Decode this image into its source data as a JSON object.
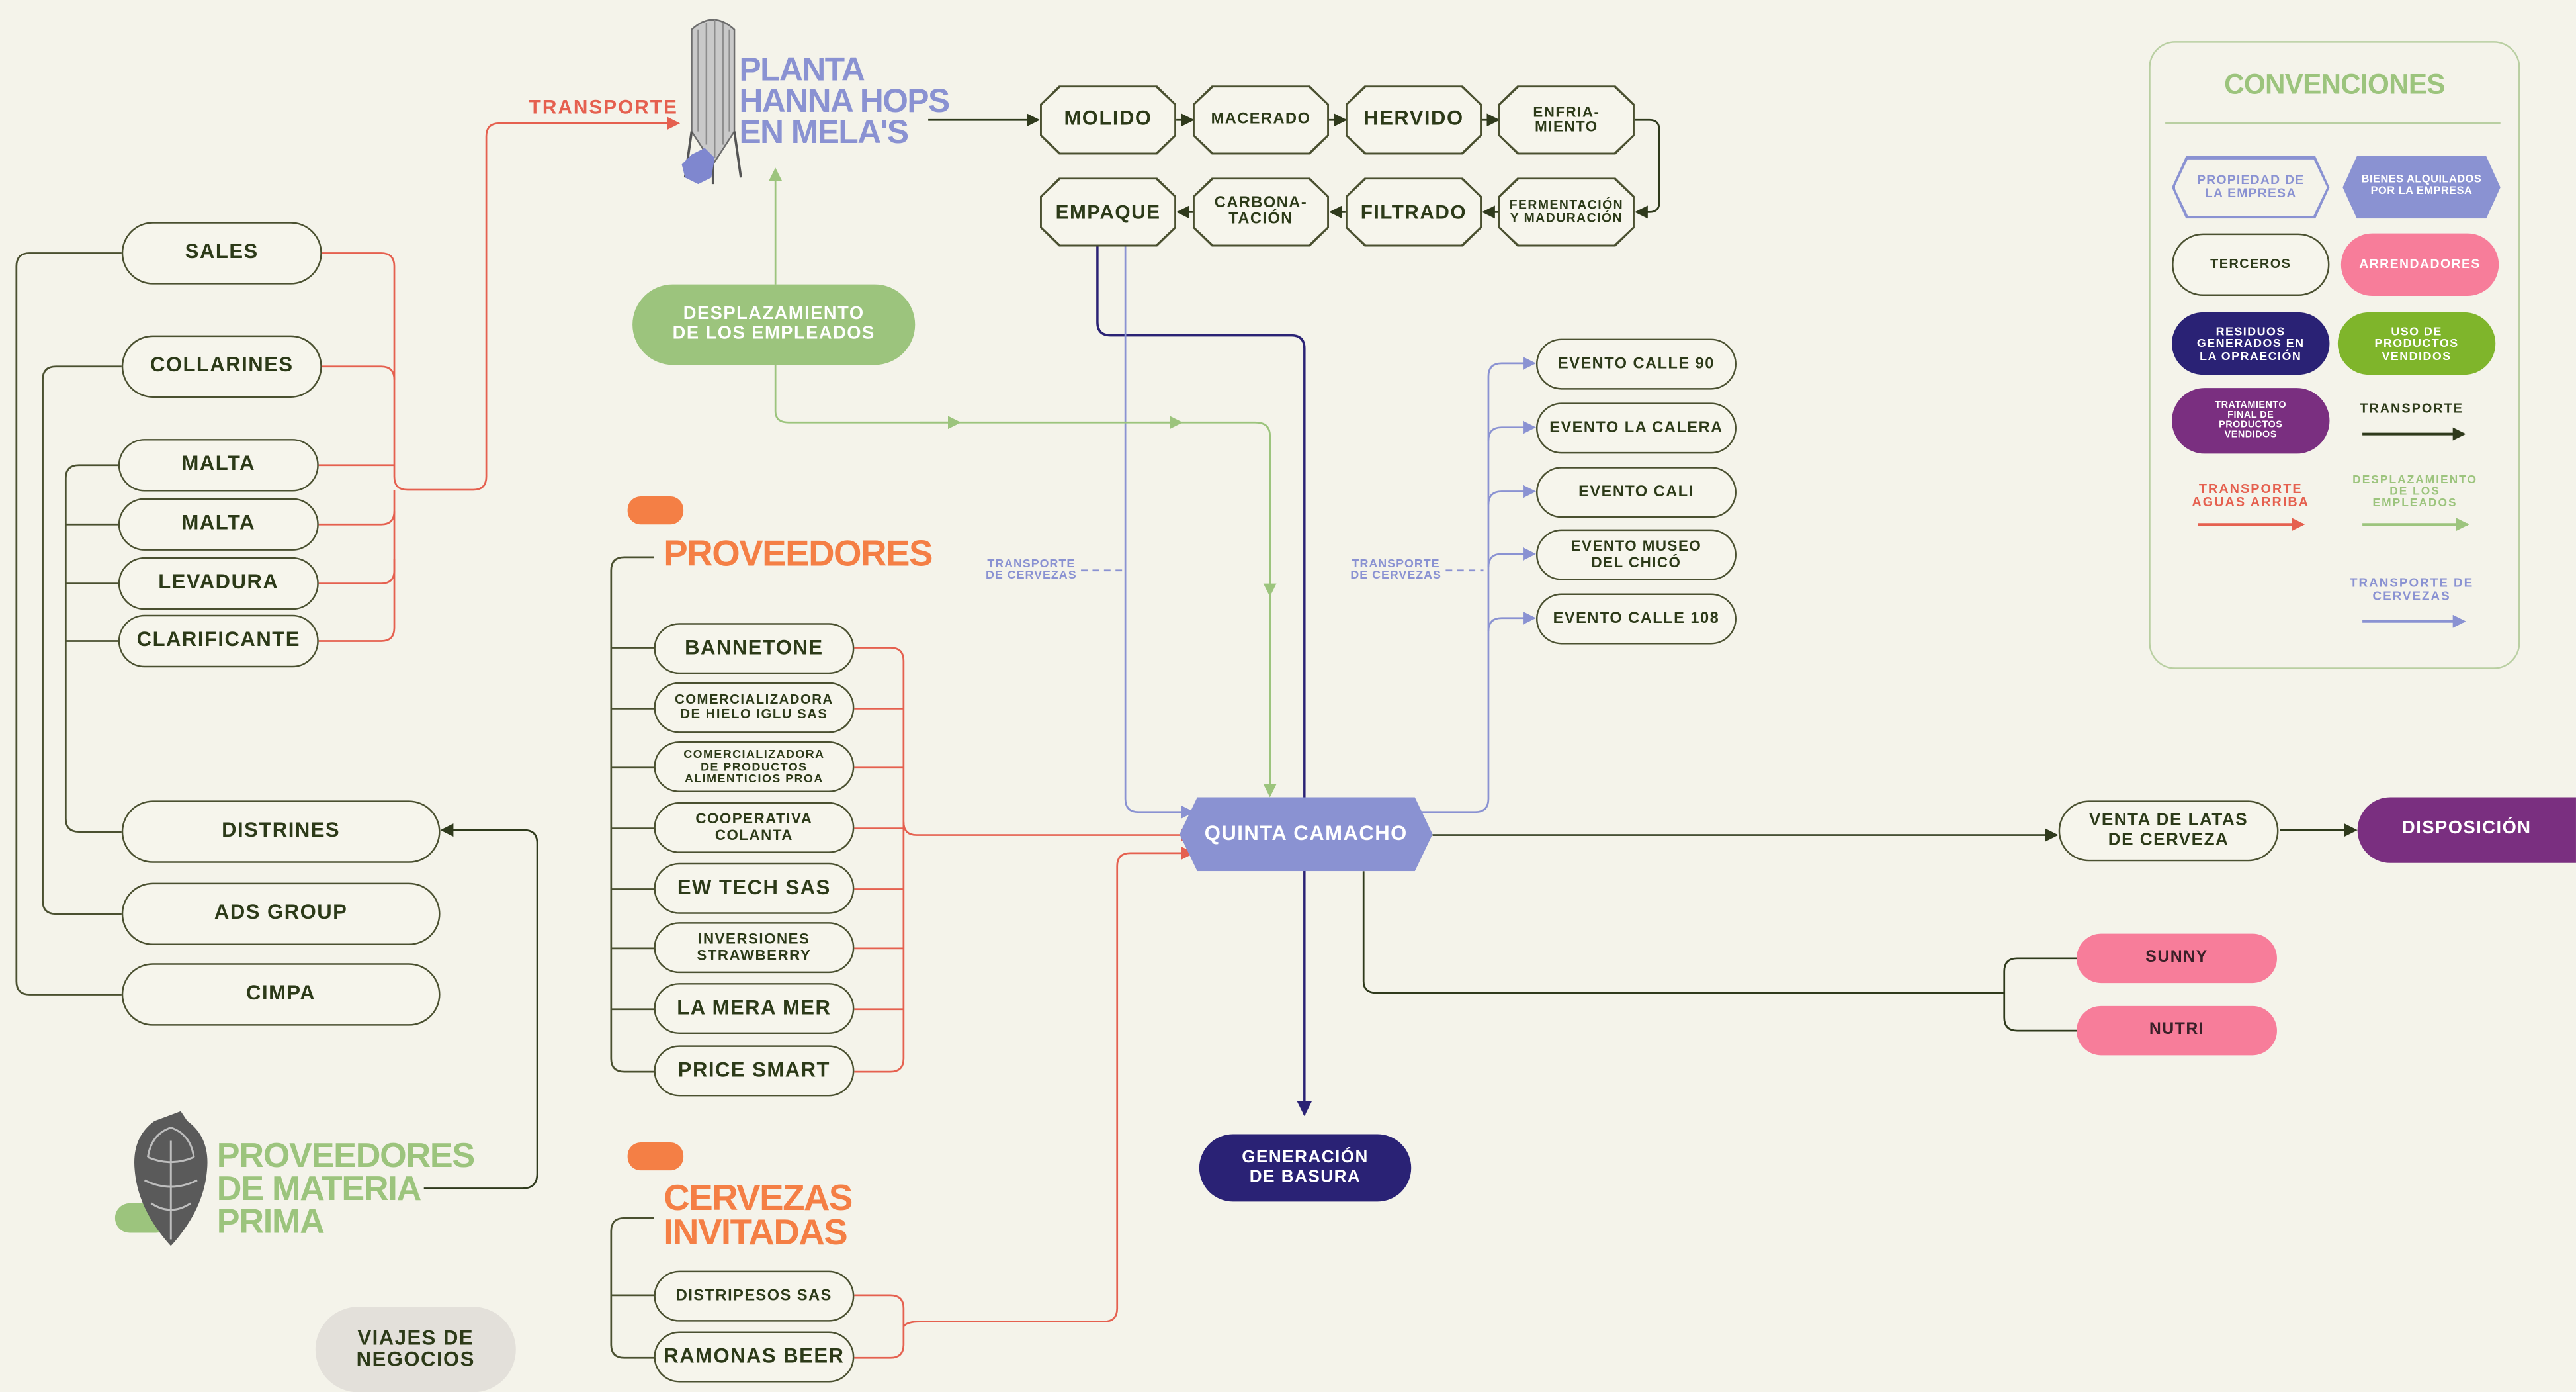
{
  "colors": {
    "background": "#f4f3ea",
    "orange": "#f47f45",
    "green": "#9cc47d",
    "periwinkle": "#8a92d2",
    "red_line": "#e5604f",
    "dark_blue": "#2a2275",
    "pink": "#f77d9a",
    "purple": "#7a2f80",
    "lime": "#7fb52b"
  },
  "planta": {
    "line1": "PLANTA",
    "line2": "HANNA HOPS",
    "line3": "EN MELA'S",
    "icon": "fermentation-tank-icon"
  },
  "transporte_label": "TRANSPORTE",
  "process": {
    "top": [
      "MOLIDO",
      "MACERADO",
      "HERVIDO",
      "ENFRIA-\nMIENTO"
    ],
    "bottom": [
      "EMPAQUE",
      "CARBONA-\nTACIÓN",
      "FILTRADO",
      "FERMENTACIÓN\nY MADURACIÓN"
    ]
  },
  "desplazamiento": "DESPLAZAMIENTO\nDE LOS EMPLEADOS",
  "materia_prima": {
    "items": [
      "SALES",
      "COLLARINES",
      "MALTA",
      "MALTA",
      "LEVADURA",
      "CLARIFICANTE",
      "DISTRINES",
      "ADS GROUP",
      "CIMPA"
    ],
    "title_line1": "PROVEEDORES",
    "title_line2": "DE MATERIA",
    "title_line3": "PRIMA",
    "icon": "hop-cone-icon"
  },
  "proveedores": {
    "title": "PROVEEDORES",
    "items": [
      "BANNETONE",
      "COMERCIALIZADORA\nDE HIELO IGLU SAS",
      "COMERCIALIZADORA\nDE PRODUCTOS\nALIMENTICIOS PROA",
      "COOPERATIVA\nCOLANTA",
      "EW TECH SAS",
      "INVERSIONES\nSTRAWBERRY",
      "LA MERA MER",
      "PRICE SMART"
    ]
  },
  "cervezas_invitadas": {
    "title_line1": "CERVEZAS",
    "title_line2": "INVITADAS",
    "items": [
      "DISTRIPESOS SAS",
      "RAMONAS BEER"
    ]
  },
  "viajes": "VIAJES DE\nNEGOCIOS",
  "transporte_cervezas_label": "TRANSPORTE\nDE CERVEZAS",
  "quinta": "QUINTA CAMACHO",
  "eventos": [
    "EVENTO CALLE 90",
    "EVENTO LA CALERA",
    "EVENTO CALI",
    "EVENTO MUSEO\nDEL CHICÓ",
    "EVENTO CALLE 108"
  ],
  "venta_latas": "VENTA DE LATAS\nDE CERVEZA",
  "disposicion": "DISPOSICIÓN",
  "arrendadores": [
    "SUNNY",
    "NUTRI"
  ],
  "generacion": "GENERACIÓN\nDE BASURA",
  "convenciones": {
    "title": "CONVENCIONES",
    "propiedad": "PROPIEDAD DE\nLA EMPRESA",
    "bienes": "BIENES ALQUILADOS\nPOR LA EMPRESA",
    "terceros": "TERCEROS",
    "arrendadores": "ARRENDADORES",
    "residuos": "RESIDUOS\nGENERADOS EN\nLA OPRAECIÓN",
    "uso": "USO DE\nPRODUCTOS\nVENDIDOS",
    "tratamiento": "TRATAMIENTO\nFINAL DE\nPRODUCTOS\nVENDIDOS",
    "transporte": "TRANSPORTE",
    "transporte_aguas": "TRANSPORTE\nAGUAS ARRIBA",
    "desplazamiento": "DESPLAZAMIENTO\nDE LOS\nEMPLEADOS",
    "transporte_cervezas": "TRANSPORTE DE\nCERVEZAS"
  }
}
